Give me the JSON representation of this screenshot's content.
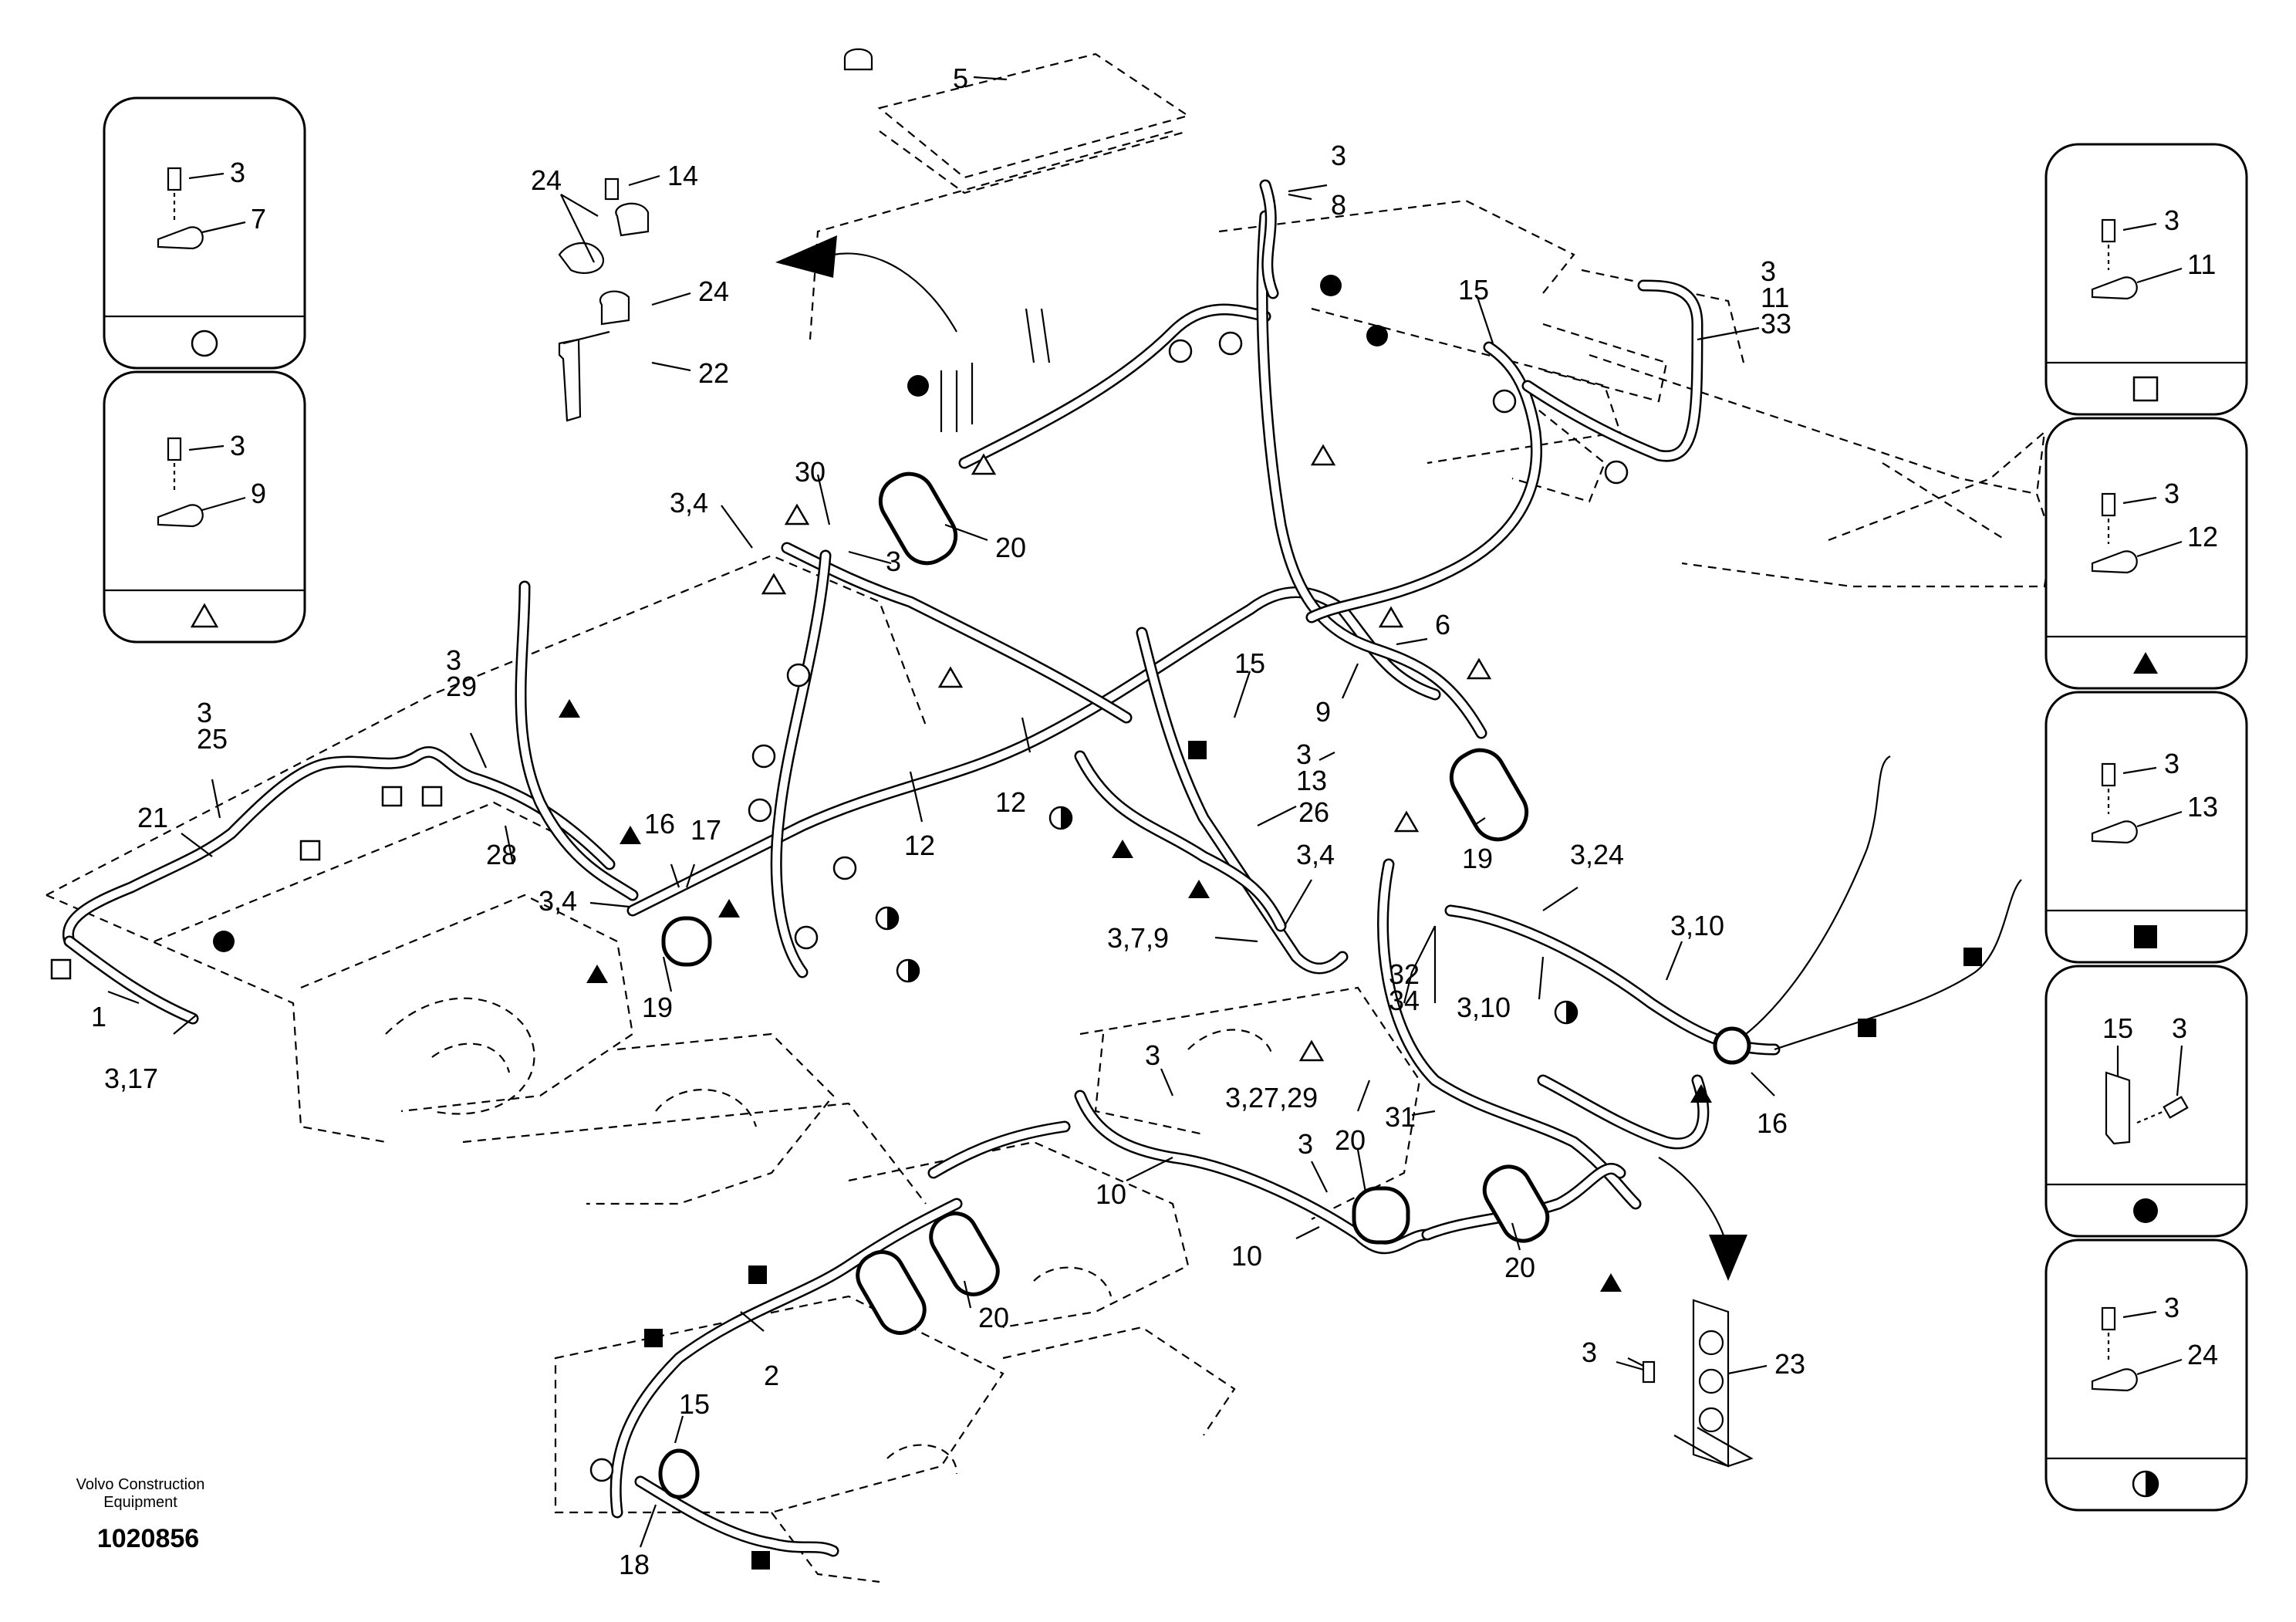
{
  "footer": {
    "company_line1": "Volvo Construction",
    "company_line2": "Equipment",
    "drawing_number": "1020856"
  },
  "legend_panels_left": [
    {
      "bolt": "3",
      "clamp": "7",
      "symbol": "circle-open"
    },
    {
      "bolt": "3",
      "clamp": "9",
      "symbol": "triangle-open"
    }
  ],
  "legend_panels_right": [
    {
      "bolt": "3",
      "clamp": "11",
      "symbol": "square-open"
    },
    {
      "bolt": "3",
      "clamp": "12",
      "symbol": "triangle-filled"
    },
    {
      "bolt": "3",
      "clamp": "13",
      "symbol": "square-filled"
    },
    {
      "bolt": "3",
      "clamp": "15",
      "symbol": "circle-filled"
    },
    {
      "bolt": "3",
      "clamp": "24",
      "symbol": "circle-half"
    }
  ],
  "callouts": [
    "5",
    "3",
    "8",
    "24",
    "14",
    "24",
    "22",
    "15",
    "3",
    "11",
    "33",
    "30",
    "3,4",
    "3",
    "20",
    "3",
    "29",
    "3",
    "25",
    "21",
    "28",
    "6",
    "9",
    "15",
    "3",
    "13",
    "26",
    "12",
    "12",
    "16",
    "17",
    "3,4",
    "19",
    "19",
    "3,4",
    "3,24",
    "3,7,9",
    "3,10",
    "32",
    "34",
    "3,10",
    "1",
    "3,17",
    "3",
    "3,27,29",
    "16",
    "3",
    "20",
    "31",
    "10",
    "10",
    "20",
    "20",
    "2",
    "15",
    "18",
    "3",
    "23"
  ]
}
